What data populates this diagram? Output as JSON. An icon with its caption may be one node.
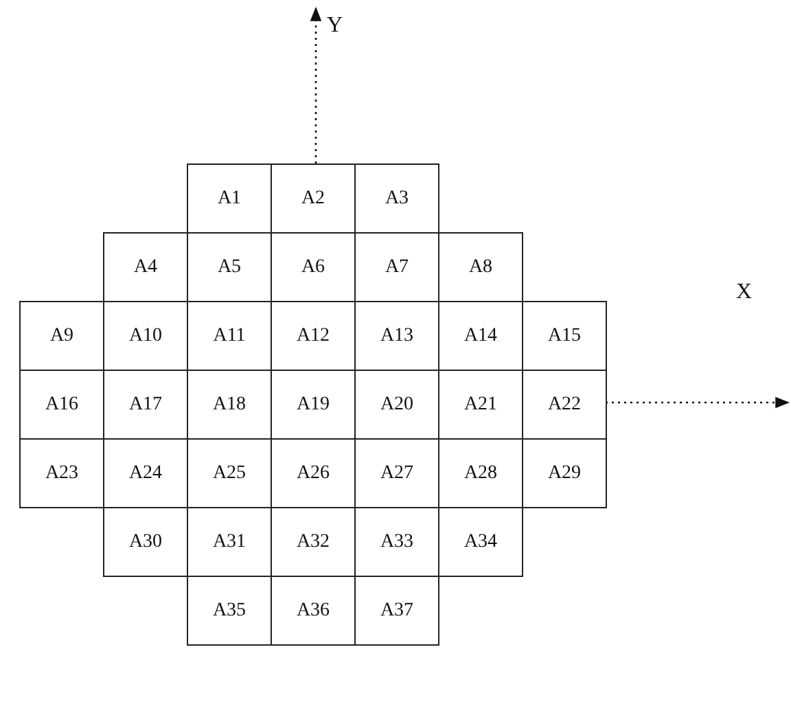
{
  "diagram": {
    "nodes": [
      {
        "text": [
          "A1"
        ]
      },
      {
        "text": [
          "A2"
        ]
      },
      {
        "text": [
          "A3"
        ]
      },
      {
        "text": [
          "A4"
        ]
      },
      {
        "text": [
          "A5"
        ]
      },
      {
        "text": [
          "A6"
        ]
      },
      {
        "text": [
          "A7"
        ]
      },
      {
        "text": [
          "A8"
        ]
      },
      {
        "text": [
          "A9"
        ]
      },
      {
        "text": [
          "A10"
        ]
      },
      {
        "text": [
          "A11"
        ]
      },
      {
        "text": [
          "A12"
        ]
      },
      {
        "text": [
          "A13"
        ]
      },
      {
        "text": [
          "A14"
        ]
      },
      {
        "text": [
          "A15"
        ]
      },
      {
        "text": [
          "A16"
        ]
      },
      {
        "text": [
          "A17"
        ]
      },
      {
        "text": [
          "A18"
        ]
      },
      {
        "text": [
          "A19"
        ]
      },
      {
        "text": [
          "A20"
        ]
      },
      {
        "text": [
          "A21"
        ]
      },
      {
        "text": [
          "A22"
        ]
      },
      {
        "text": [
          "A23"
        ]
      },
      {
        "text": [
          "A24"
        ]
      },
      {
        "text": [
          "A25"
        ]
      },
      {
        "text": [
          "A26"
        ]
      },
      {
        "text": [
          "A27"
        ]
      },
      {
        "text": [
          "A28"
        ]
      },
      {
        "text": [
          "A29"
        ]
      },
      {
        "text": [
          "A30"
        ]
      },
      {
        "text": [
          "A31"
        ]
      },
      {
        "text": [
          "A32"
        ]
      },
      {
        "text": [
          "A33"
        ]
      },
      {
        "text": [
          "A34"
        ]
      },
      {
        "text": [
          "A35"
        ]
      },
      {
        "text": [
          "A36"
        ]
      },
      {
        "text": [
          "A37"
        ]
      }
    ],
    "labels": [
      "Y",
      "X"
    ]
  }
}
